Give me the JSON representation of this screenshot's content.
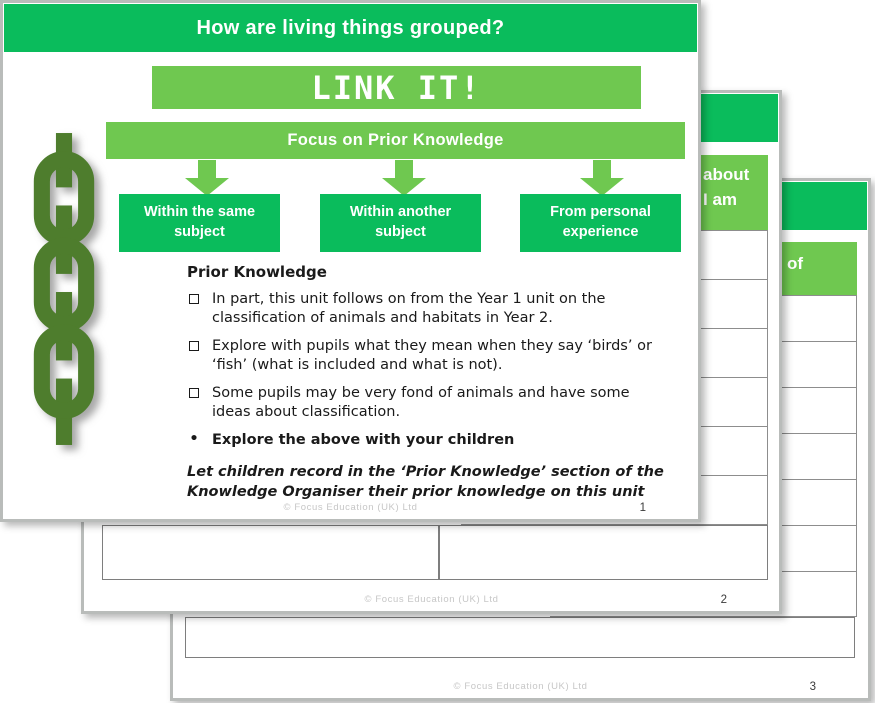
{
  "colors": {
    "green_dark": "#0abc5c",
    "green_light": "#6fc850",
    "chain_green": "#4e7d2d",
    "slide_border": "#b9bcba",
    "table_border": "#8d8d8d",
    "footer_gray": "#c7c7c7"
  },
  "s1": {
    "title": "How are living things grouped?",
    "banner": "LINK IT!",
    "focus_bar": "Focus on Prior Knowledge",
    "boxes": [
      "Within the same subject",
      "Within another subject",
      "From personal experience"
    ],
    "body_heading": "Prior Knowledge",
    "bullets": [
      {
        "l1": "In part, this unit follows on from the Year 1 unit on the",
        "l2": "classification of animals and habitats in Year 2."
      },
      {
        "l1": "Explore with pupils what they mean when they say ‘birds’ or",
        "l2": "‘fish’ (what is included and what is not)."
      },
      {
        "l1": "Some pupils may be very fond of animals and have some",
        "l2": "ideas about classification."
      }
    ],
    "action_marker": "•",
    "action_bullet": "Explore the above with your children",
    "note": {
      "l1": "Let children record in the ‘Prior Knowledge’ section of the",
      "l2": "Knowledge Organiser their prior knowledge on this unit"
    },
    "footer": "© Focus Education (UK) Ltd",
    "page": "1"
  },
  "s2": {
    "fragment": {
      "l1": "about",
      "l2": "I am"
    },
    "footer": "© Focus Education (UK) Ltd",
    "page": "2"
  },
  "s3": {
    "fragment": "of",
    "footer": "© Focus Education (UK) Ltd",
    "page": "3"
  }
}
